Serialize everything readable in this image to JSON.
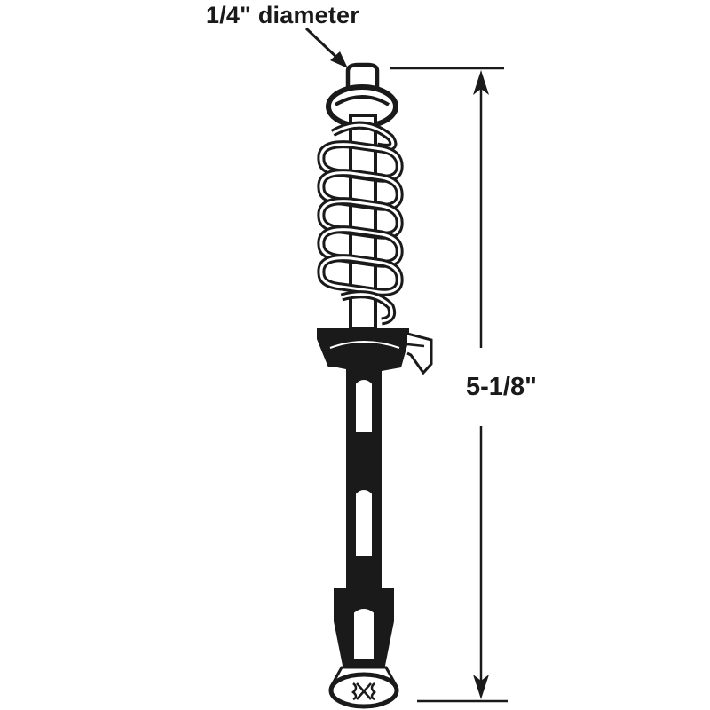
{
  "diagram": {
    "type": "product-dimension-drawing",
    "subject": "spring-loaded pivot bar with plastic guide",
    "colors": {
      "ink": "#1a1a1a",
      "background": "#ffffff"
    },
    "callouts": {
      "diameter": {
        "text": "1/4\" diameter",
        "points_to": "top pin tip"
      },
      "length": {
        "text": "5-1/8\"",
        "spans": "top of pin to bottom of head"
      }
    },
    "parts": [
      "pin-tip",
      "top-washer",
      "coil-spring",
      "guide-collar",
      "side-clip",
      "shaft",
      "shaft-slots",
      "ferrule",
      "cross-recess-head"
    ]
  }
}
